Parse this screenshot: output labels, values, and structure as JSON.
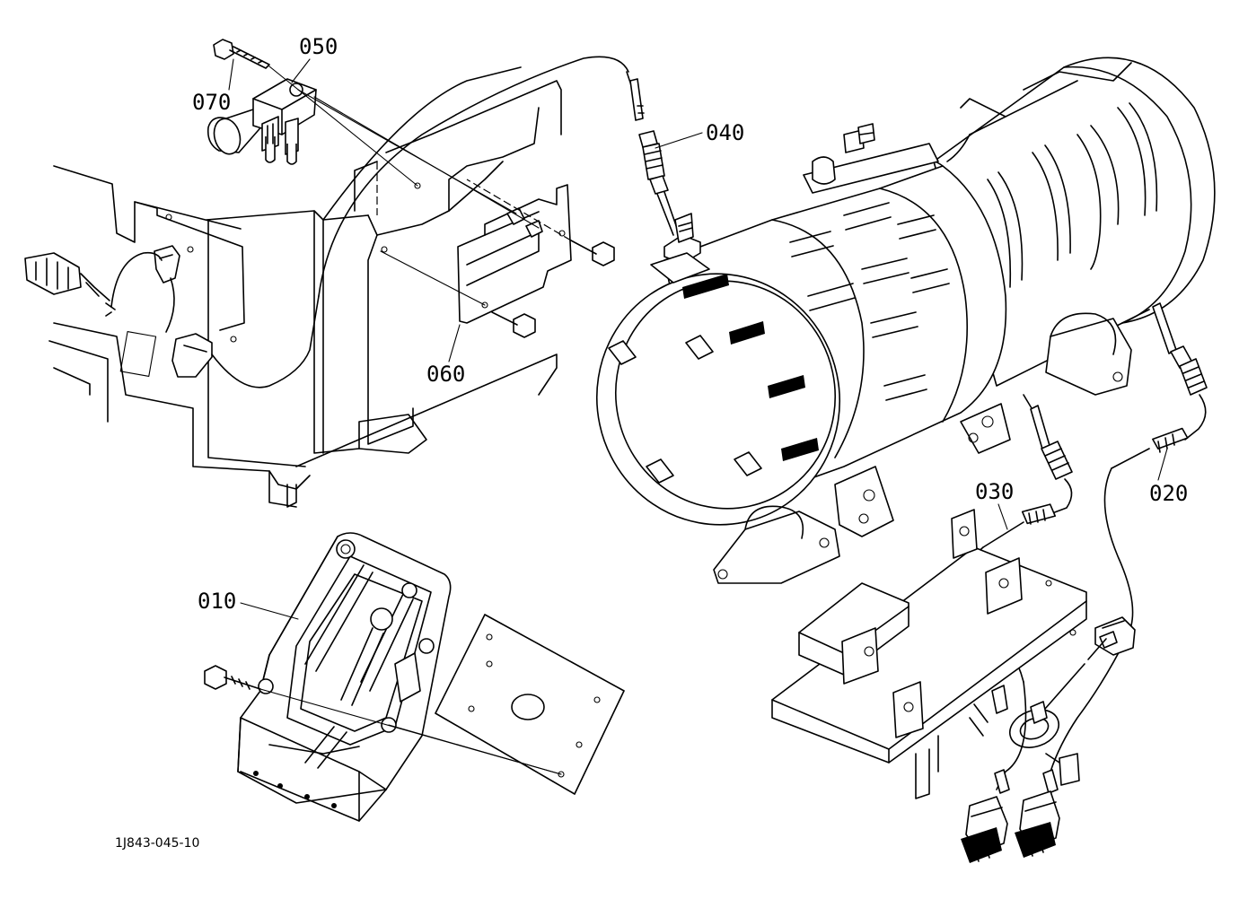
{
  "drawing": {
    "code": "1J843-045-10"
  },
  "parts": [
    {
      "id": "p010",
      "number": "010"
    },
    {
      "id": "p020",
      "number": "020"
    },
    {
      "id": "p030",
      "number": "030"
    },
    {
      "id": "p040",
      "number": "040"
    },
    {
      "id": "p050",
      "number": "050"
    },
    {
      "id": "p060",
      "number": "060"
    },
    {
      "id": "p070",
      "number": "070"
    }
  ]
}
